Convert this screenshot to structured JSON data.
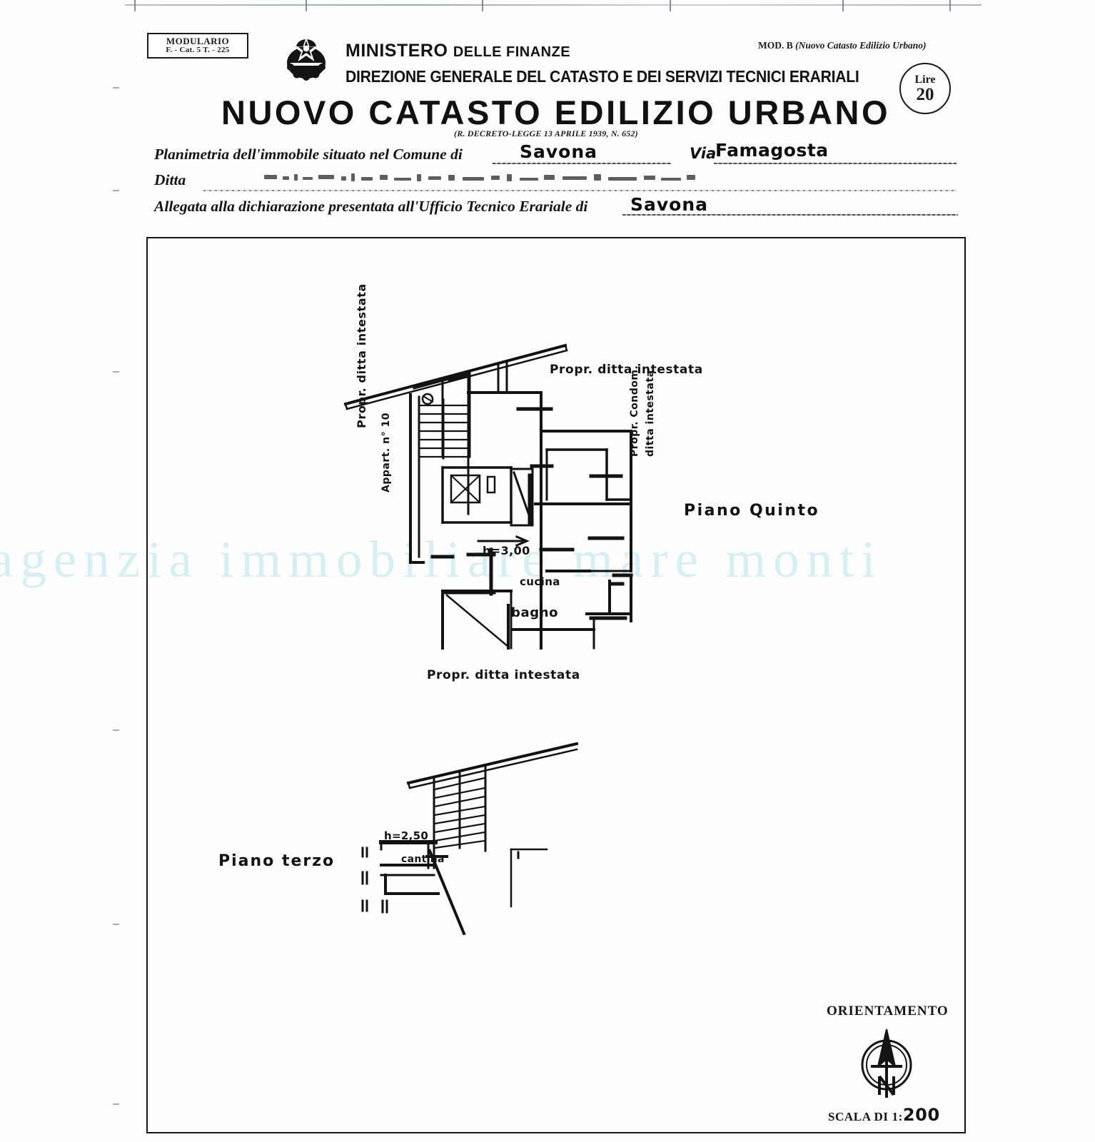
{
  "document": {
    "modulario": {
      "line1": "MODULARIO",
      "line2": "F. - Cat. 5 T. - 225"
    },
    "ministry": "MINISTERO",
    "ministry_rest": "DELLE FINANZE",
    "directorate": "DIREZIONE GENERALE DEL CATASTO E DEI SERVIZI TECNICI ERARIALI",
    "mod_b_prefix": "MOD. B ",
    "mod_b_italic": "(Nuovo Catasto Edilizio Urbano)",
    "stamp": {
      "currency": "Lire",
      "value": "20"
    },
    "title": "NUOVO CATASTO EDILIZIO URBANO",
    "decree": "(R. DECRETO-LEGGE 13 APRILE 1939, N. 652)",
    "emblem_name": "italian-republic-emblem"
  },
  "form": {
    "comune_label": "Planimetria dell'immobile situato nel Comune di",
    "comune_value": "Savona",
    "via_label": "Via",
    "via_value": "Famagosta",
    "ditta_label": "Ditta",
    "ditta_value": "",
    "allegata_label": "Allegata alla dichiarazione presentata all'Ufficio Tecnico Erariale di",
    "ufficio_value": "Savona"
  },
  "plan": {
    "label_top": "Propr. ditta intestata",
    "label_bottom": "Propr. ditta intestata",
    "label_left": "Propr. ditta intestata",
    "label_left_2": "Appart. n° 10",
    "label_right_1": "Propr. Condom.",
    "label_right_2": "ditta intestata",
    "floor_fifth": "Piano  Quinto",
    "floor_third": "Piano terzo",
    "room_kitchen": "cucina",
    "room_bathroom": "bagno",
    "room_cellar": "cantina",
    "height_fifth": "h=3,00",
    "height_third": "h=2,50"
  },
  "orientation": {
    "title": "ORIENTAMENTO",
    "north_letter": "N",
    "scale_label": "SCALA DI 1:",
    "scale_value": "200",
    "compass_name": "compass-rose-north"
  },
  "watermark": {
    "text": "agenzia  immobiliare  mare  monti",
    "color": "#d4f0f4"
  },
  "colors": {
    "ink": "#131313",
    "paper": "#fdfdfd",
    "watermark": "#d4f0f4",
    "scanline": "#7e8bb0"
  }
}
